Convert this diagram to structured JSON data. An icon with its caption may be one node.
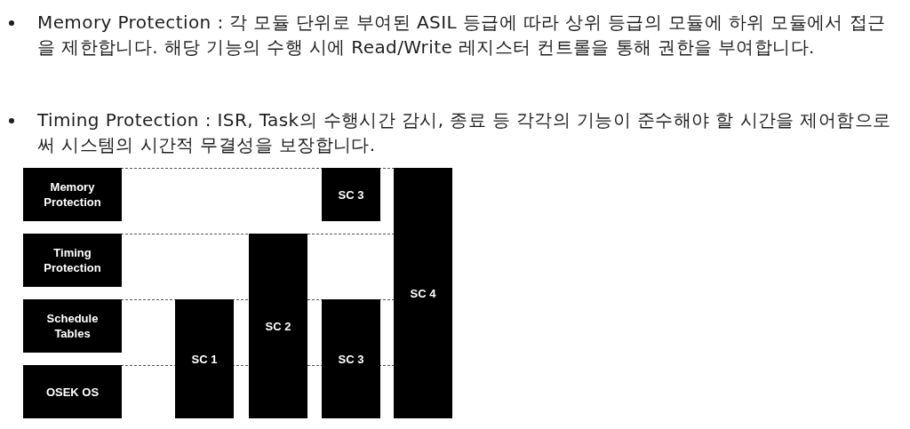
{
  "diagram": {
    "nodes": [
      {
        "text": [
          "Memory Protection"
        ]
      },
      {
        "text": [
          "SC 3"
        ]
      },
      {
        "text": [
          "SC 4"
        ]
      },
      {
        "text": [
          "Timing Protection"
        ]
      },
      {
        "text": [
          "SC 2"
        ]
      },
      {
        "text": [
          "Schedule Tables"
        ]
      },
      {
        "text": [
          "SC 1"
        ]
      },
      {
        "text": [
          "SC 3"
        ]
      },
      {
        "text": [
          "OSEK OS"
        ]
      }
    ],
    "labels": [
      "Memory Protection : 각 모듈 단위로 부여된 ASIL 등급에 따라 상위 등급의 모듈에 하위 모듈에서 접근을 제한합니다. 해당 기능의 수행 시에 Read/Write 레지스터 컨트롤을 통해 권한을 부여합니다.",
      "Timing Protection : ISR, Task의 수행시간 감시, 종료 등 각각의 기능이 준수해야 할 시간을 제어함으로써 시스템의 시간적 무결성을 보장합니다."
    ]
  }
}
